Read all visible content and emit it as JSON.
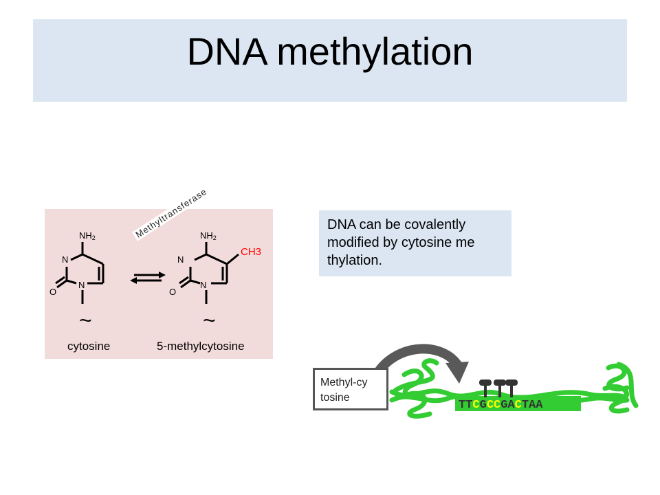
{
  "title": "DNA methylation",
  "chem": {
    "left_label": "cytosine",
    "right_label": "5-methylcytosine",
    "enzyme": "Methyltransferase",
    "methyl_group": "CH3",
    "amine": "NH",
    "amine_sub": "2",
    "nitrogen": "N",
    "oxygen": "O",
    "tilde": "~"
  },
  "info_text": "DNA can be covalently modified by cytosine me thylation.",
  "methyl_label": "Methyl-cy tosine",
  "sequence": "TTCGCCGACTAA",
  "colors": {
    "title_bg": "#dce6f2",
    "panel_bg": "#f2dcdb",
    "methyl_red": "#ff0000",
    "dna_green": "#33cc33",
    "methyl_c_yellow": "#ffff00",
    "arrow_gray": "#595959"
  }
}
